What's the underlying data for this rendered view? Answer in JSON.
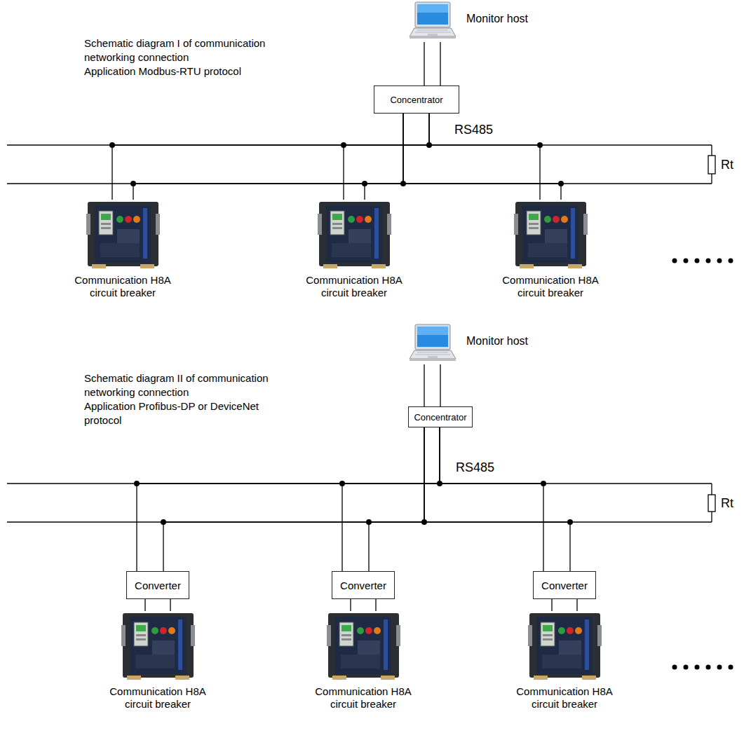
{
  "diagram": {
    "nodes": [
      {
        "text": [
          "Monitor host"
        ]
      },
      {
        "text": [
          "Concentrator"
        ]
      },
      {
        "text": [
          "Communication H8A circuit breaker"
        ]
      },
      {
        "text": [
          "Communication H8A circuit breaker"
        ]
      },
      {
        "text": [
          "Communication H8A circuit breaker"
        ]
      },
      {
        "text": [
          "Monitor host"
        ]
      },
      {
        "text": [
          "Concentrator"
        ]
      },
      {
        "text": [
          "Converter"
        ]
      },
      {
        "text": [
          "Converter"
        ]
      },
      {
        "text": [
          "Converter"
        ]
      },
      {
        "text": [
          "Communication H8A circuit breaker"
        ]
      },
      {
        "text": [
          "Communication H8A circuit breaker"
        ]
      },
      {
        "text": [
          "Communication H8A circuit breaker"
        ]
      }
    ],
    "edges": [
      {
        "from": 0,
        "to": 1,
        "arrow": "none"
      },
      {
        "from": 1,
        "to": 2,
        "arrow": "none"
      },
      {
        "from": 1,
        "to": 3,
        "arrow": "none"
      },
      {
        "from": 1,
        "to": 4,
        "arrow": "none"
      },
      {
        "from": 5,
        "to": 6,
        "arrow": "none"
      },
      {
        "from": 6,
        "to": 7,
        "arrow": "none"
      },
      {
        "from": 6,
        "to": 8,
        "arrow": "none"
      },
      {
        "from": 6,
        "to": 9,
        "arrow": "none"
      },
      {
        "from": 7,
        "to": 10,
        "arrow": "none"
      },
      {
        "from": 8,
        "to": 11,
        "arrow": "none"
      },
      {
        "from": 9,
        "to": 12,
        "arrow": "none"
      }
    ],
    "labels": [
      "Schematic diagram I of communication networking connection",
      "Application Modbus-RTU protocol",
      "RS485",
      "Rt",
      "Schematic diagram II of communication networking connection",
      "Application Profibus-DP or DeviceNet protocol",
      "RS485",
      "Rt"
    ]
  }
}
